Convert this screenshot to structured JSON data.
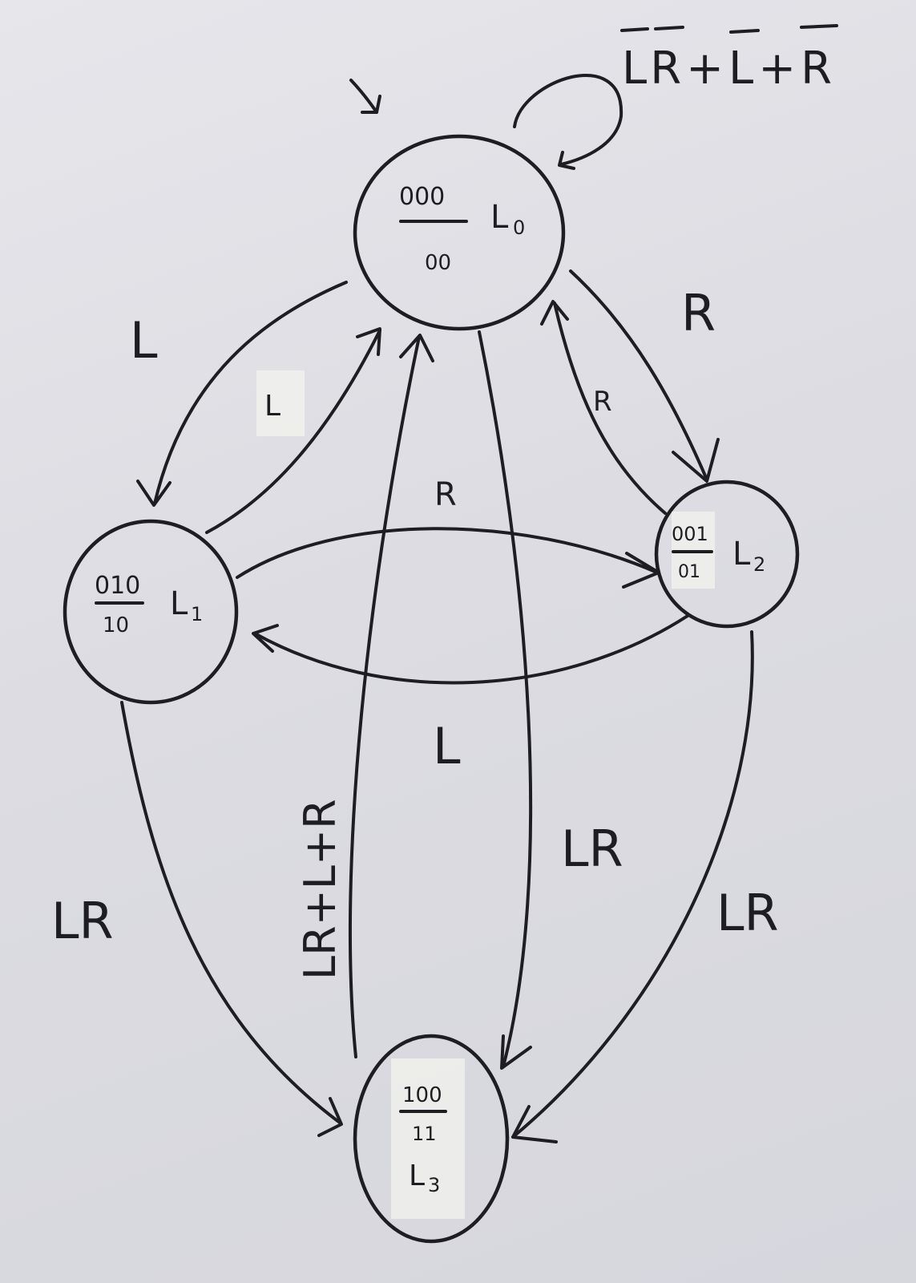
{
  "diagram": {
    "states": [
      {
        "id": "s0",
        "code": "000",
        "output": "00",
        "name": "L",
        "name_sub": "0",
        "initial": true
      },
      {
        "id": "s1",
        "code": "010",
        "output": "10",
        "name": "L",
        "name_sub": "1"
      },
      {
        "id": "s2",
        "code": "001",
        "output": "01",
        "name": "L",
        "name_sub": "2"
      },
      {
        "id": "s3",
        "code": "100",
        "output": "11",
        "name": "L",
        "name_sub": "3"
      }
    ],
    "transitions": [
      {
        "from": "s0",
        "to": "s0",
        "label_parts": [
          "L",
          "R",
          "+",
          "L",
          "+",
          "R"
        ],
        "overlined": [
          true,
          true,
          false,
          true,
          false,
          true
        ]
      },
      {
        "from": "s0",
        "to": "s1",
        "label": "L"
      },
      {
        "from": "s1",
        "to": "s0",
        "label": "L"
      },
      {
        "from": "s0",
        "to": "s2",
        "label": "R"
      },
      {
        "from": "s2",
        "to": "s0",
        "label": "R"
      },
      {
        "from": "s1",
        "to": "s2",
        "label": "R"
      },
      {
        "from": "s2",
        "to": "s1",
        "label": "L"
      },
      {
        "from": "s1",
        "to": "s3",
        "label": "LR"
      },
      {
        "from": "s0",
        "to": "s3",
        "label": "LR"
      },
      {
        "from": "s2",
        "to": "s3",
        "label": "LR"
      },
      {
        "from": "s3",
        "to": "s0",
        "label": "LR+L+R"
      }
    ]
  }
}
